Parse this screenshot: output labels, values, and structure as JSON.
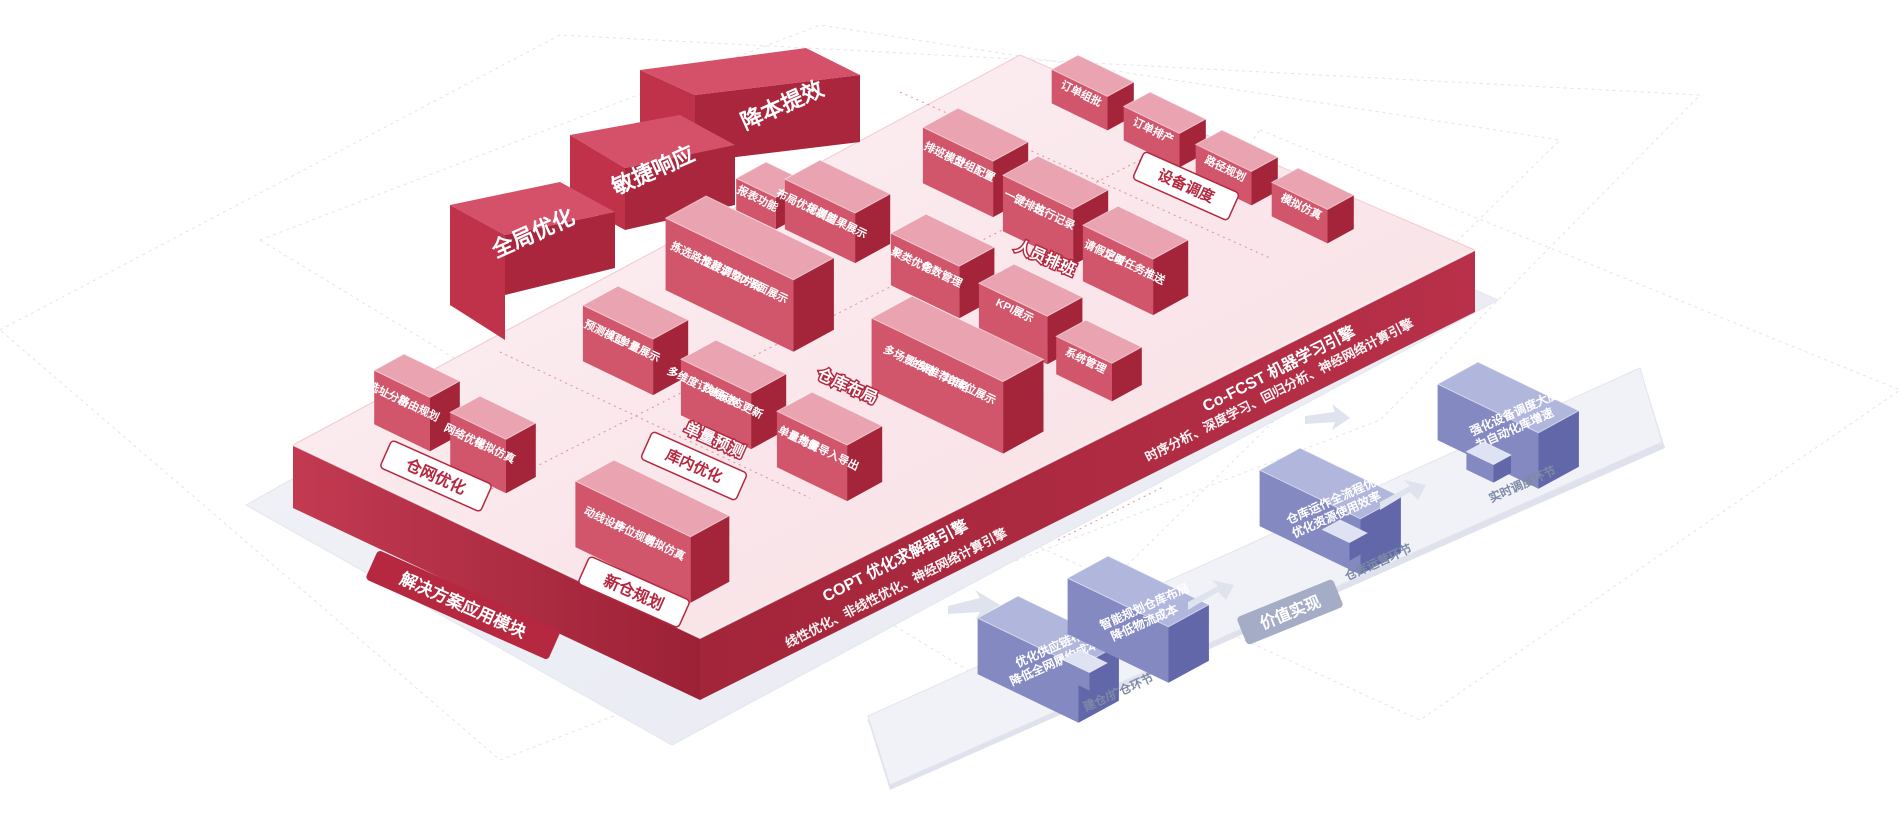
{
  "pillars": [
    "全局优化",
    "敏捷响应",
    "降本提效"
  ],
  "engines": {
    "copt": {
      "title": "COPT 优化求解器引擎",
      "subtitle": "线性优化、非线性优化、神经网络计算引擎"
    },
    "cofcst": {
      "title": "Co-FCST 机器学习引擎",
      "subtitle": "时序分析、深度学习、回归分析、神经网络计算引擎"
    }
  },
  "solution_module_label": "解决方案应用模块",
  "modules": {
    "network": {
      "title": "仓网优化",
      "items": [
        "选址分析",
        "路由规划",
        "网络优化",
        "模拟仿真"
      ]
    },
    "new_warehouse": {
      "title": "新仓规划",
      "items": [
        "动线设计",
        "库位规划",
        "模拟仿真"
      ]
    },
    "forecast": {
      "title": "单量预测",
      "items": [
        "预测模型",
        "订单量展示"
      ]
    },
    "inventory": {
      "title": "库内优化",
      "items": [
        "多维度订单报表",
        "数据动态更新",
        "单量均衡",
        "批量导入导出"
      ]
    },
    "layout": {
      "title": "仓库布局",
      "items": [
        "报表功能",
        "布局优化模型",
        "规划结果展示"
      ]
    },
    "picking": {
      "title": "散拣拣选",
      "items": [
        "拣选路径展示",
        "推荐调整方案",
        "2D平面展示",
        "聚类优化",
        "参数管理"
      ]
    },
    "pallet": {
      "title": "整托存储",
      "items": [
        "多场景布局",
        "上架推荐策略",
        "3D库位展示",
        "KPI展示",
        "系统管理"
      ]
    },
    "staff": {
      "title": "人员排班",
      "items": [
        "排班模型",
        "分组配置",
        "一键排班",
        "执行记录",
        "请假记录",
        "定时任务推送"
      ]
    },
    "equipment": {
      "title": "设备调度",
      "items": [
        "订单组批",
        "订单排产",
        "路径规划",
        "模拟仿真"
      ]
    }
  },
  "value": {
    "title": "价值实现",
    "stages": [
      {
        "lines": [
          "优化供应链布局",
          "降低全网履约成本"
        ],
        "step": "建仓/扩仓环节"
      },
      {
        "lines": [
          "智能规划仓库布局",
          "降低物流成本"
        ],
        "step": ""
      },
      {
        "lines": [
          "仓库运作全流程优化",
          "优化资源使用效率"
        ],
        "step": "仓库运营环节"
      },
      {
        "lines": [
          "强化设备调度大脑",
          "为自动化库增速"
        ],
        "step": "实时调度环节"
      }
    ]
  },
  "colors": {
    "red_top": "#e9a3b1",
    "red_left": "#d2566b",
    "red_right": "#a4243a",
    "navy_top": "#b1b6dc",
    "navy_left": "#8489c2",
    "navy_right": "#6167a8",
    "platform_pink": "#f9e3e8",
    "platform_gray": "#eef0f6"
  }
}
